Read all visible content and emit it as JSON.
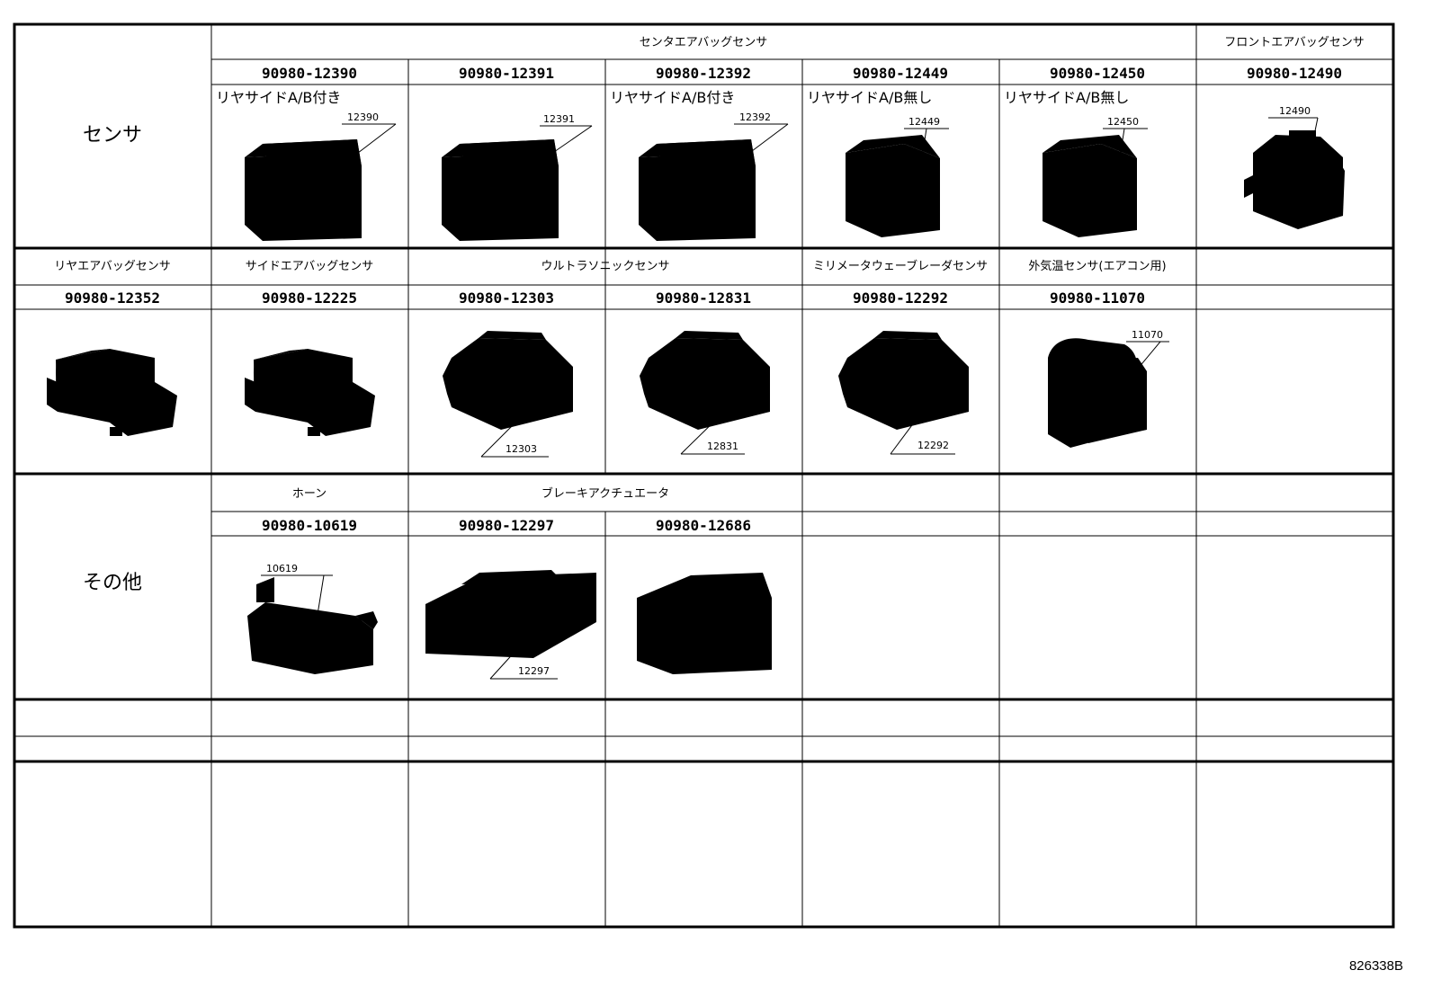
{
  "sections": {
    "sensor": {
      "label": "センサ",
      "row1": {
        "groups": [
          {
            "label": "センタエアバッグセンサ"
          },
          {
            "label": "フロントエアバッグセンサ"
          }
        ],
        "parts": [
          {
            "number": "90980-12390",
            "note": "リヤサイドA/B付き",
            "callout": "12390"
          },
          {
            "number": "90980-12391",
            "note": "",
            "callout": "12391"
          },
          {
            "number": "90980-12392",
            "note": "リヤサイドA/B付き",
            "callout": "12392"
          },
          {
            "number": "90980-12449",
            "note": "リヤサイドA/B無し",
            "callout": "12449"
          },
          {
            "number": "90980-12450",
            "note": "リヤサイドA/B無し",
            "callout": "12450"
          },
          {
            "number": "90980-12490",
            "note": "",
            "callout": "12490"
          }
        ]
      },
      "row2": {
        "groups": [
          {
            "label": "リヤエアバッグセンサ"
          },
          {
            "label": "サイドエアバッグセンサ"
          },
          {
            "label": "ウルトラソニックセンサ"
          },
          {
            "label": "ミリメータウェーブレーダセンサ"
          },
          {
            "label": "外気温センサ(エアコン用)"
          }
        ],
        "parts": [
          {
            "number": "90980-12352",
            "callout": ""
          },
          {
            "number": "90980-12225",
            "callout": ""
          },
          {
            "number": "90980-12303",
            "callout": "12303"
          },
          {
            "number": "90980-12831",
            "callout": "12831"
          },
          {
            "number": "90980-12292",
            "callout": "12292"
          },
          {
            "number": "90980-11070",
            "callout": "11070"
          }
        ]
      }
    },
    "other": {
      "label": "その他",
      "groups": [
        {
          "label": "ホーン"
        },
        {
          "label": "ブレーキアクチュエータ"
        }
      ],
      "parts": [
        {
          "number": "90980-10619",
          "callout": "10619"
        },
        {
          "number": "90980-12297",
          "callout": "12297"
        },
        {
          "number": "90980-12686",
          "callout": ""
        }
      ]
    }
  },
  "footer": {
    "code": "826338B"
  }
}
